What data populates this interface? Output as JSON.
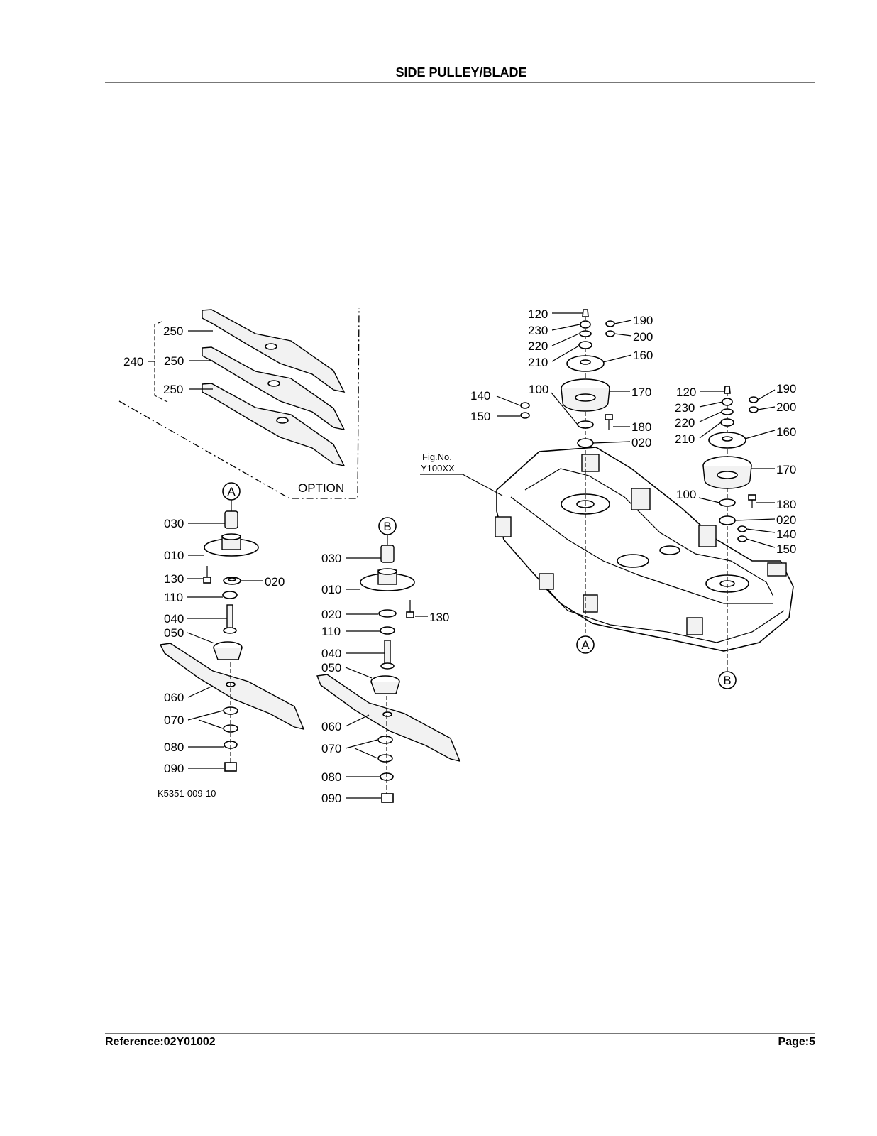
{
  "header": {
    "title": "SIDE PULLEY/BLADE"
  },
  "footer": {
    "reference": "Reference:02Y01002",
    "page": "Page:5"
  },
  "figure": {
    "fig_no_label": "Fig.No.",
    "fig_no_value": "Y100XX",
    "drawing_code": "K5351-009-10",
    "option_label": "OPTION",
    "markers": {
      "a": "A",
      "b": "B"
    }
  },
  "part_labels": {
    "option_kit": {
      "set": "240",
      "blade_1": "250",
      "blade_2": "250",
      "blade_3": "250"
    },
    "assembly_a": {
      "collar": "030",
      "housing": "010",
      "bolt": "130",
      "bearing": "020",
      "spacer": "110",
      "shaft": "040",
      "cover": "050",
      "blade": "060",
      "washer": "070",
      "lock_washer": "080",
      "nut": "090"
    },
    "assembly_b": {
      "collar": "030",
      "housing": "010",
      "bearing": "020",
      "bolt": "130",
      "spacer": "110",
      "shaft": "040",
      "cover": "050",
      "blade": "060",
      "washer": "070",
      "lock_washer": "080",
      "nut": "090"
    },
    "deck_left": {
      "grease_fitting": "120",
      "nut_230": "230",
      "washer_220": "220",
      "plate_210": "210",
      "nut_190": "190",
      "washer_200": "200",
      "hub_160": "160",
      "nut_140": "140",
      "washer_150": "150",
      "bearing_100": "100",
      "pulley_170": "170",
      "bolt_180": "180",
      "bearing_020": "020"
    },
    "deck_right": {
      "grease_fitting": "120",
      "nut_230": "230",
      "washer_220": "220",
      "plate_210": "210",
      "nut_190": "190",
      "washer_200": "200",
      "hub_160": "160",
      "pulley_170": "170",
      "bearing_100": "100",
      "bolt_180": "180",
      "bearing_020": "020",
      "nut_140": "140",
      "washer_150": "150"
    }
  }
}
